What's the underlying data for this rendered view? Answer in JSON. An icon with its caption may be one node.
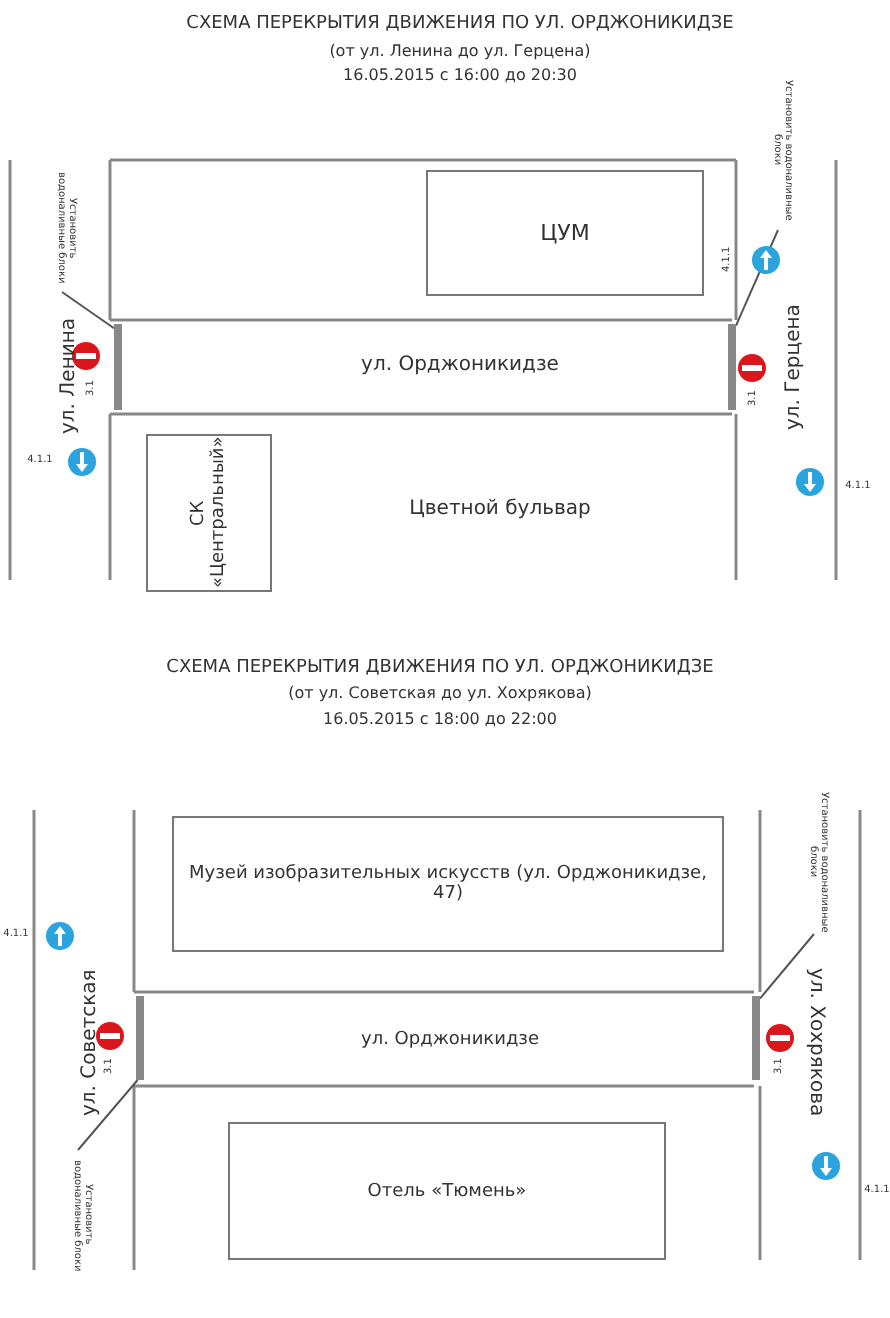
{
  "diagram": {
    "nodes": [
      {
        "text": [
          "ЦУМ"
        ]
      },
      {
        "text": [
          "СК «Центральный»"
        ]
      },
      {
        "text": [
          "Установить водоналивные блоки"
        ]
      },
      {
        "text": [],
        "shape": "bar"
      },
      {
        "text": [
          "Установить водоналивные блоки"
        ]
      },
      {
        "text": [],
        "shape": "bar"
      },
      {
        "text": [
          "Музей изобразительных искусств (ул. Орджоникидзе, 47)"
        ]
      },
      {
        "text": [
          "Отель «Тюмень»"
        ]
      },
      {
        "text": [
          "Установить водоналивные блоки"
        ]
      },
      {
        "text": [],
        "shape": "bar"
      },
      {
        "text": [
          "Установить водоналивные блоки"
        ]
      },
      {
        "text": [],
        "shape": "bar"
      }
    ],
    "edges": [
      {
        "from": 2,
        "to": 3,
        "arrow": "none"
      },
      {
        "from": 4,
        "to": 5,
        "arrow": "none"
      },
      {
        "from": 8,
        "to": 9,
        "arrow": "none"
      },
      {
        "from": 10,
        "to": 11,
        "arrow": "none"
      }
    ],
    "labels": [
      "СХЕМА ПЕРЕКРЫТИЯ ДВИЖЕНИЯ ПО УЛ. ОРДЖОНИКИДЗЕ",
      "(от ул. Ленина до ул. Герцена)",
      "16.05.2015 с 16:00 до 20:30",
      "4.1.1",
      "ул. Орджоникидзе",
      "ул. Ленина",
      "3.1",
      "ул. Герцена",
      "3.1",
      "4.1.1",
      "Цветной бульвар",
      "4.1.1",
      "СХЕМА ПЕРЕКРЫТИЯ ДВИЖЕНИЯ ПО УЛ. ОРДЖОНИКИДЗЕ",
      "(от ул. Советская до ул. Хохрякова)",
      "16.05.2015 с 18:00 до 22:00",
      "4.1.1",
      "ул. Орджоникидзе",
      "ул. Советская",
      "3.1",
      "ул. Хохрякова",
      "3.1",
      "4.1.1"
    ]
  }
}
